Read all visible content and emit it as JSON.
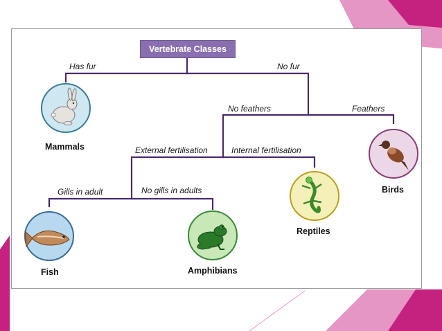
{
  "diagram": {
    "title": "Vertebrate Classes",
    "edges": {
      "has_fur": "Has fur",
      "no_fur": "No fur",
      "no_feathers": "No feathers",
      "feathers": "Feathers",
      "external_fertilisation": "External fertilisation",
      "internal_fertilisation": "Internal fertilisation",
      "gills_in_adult": "Gills in adult",
      "no_gills_in_adults": "No gills in adults"
    },
    "classes": {
      "mammals": "Mammals",
      "birds": "Birds",
      "reptiles": "Reptiles",
      "fish": "Fish",
      "amphibians": "Amphibians"
    }
  },
  "colors": {
    "tree_lines": "#4a2a6a",
    "title_box": "#8a6fb0",
    "slide_accent": "#c4227e",
    "slide_accent_light": "#e596c4",
    "mammals_circle": "#cfe7f0",
    "birds_circle": "#ecd7e6",
    "reptiles_circle": "#f5f0b8",
    "fish_circle": "#b8d8f0",
    "amphibians_circle": "#c8e8b8"
  }
}
